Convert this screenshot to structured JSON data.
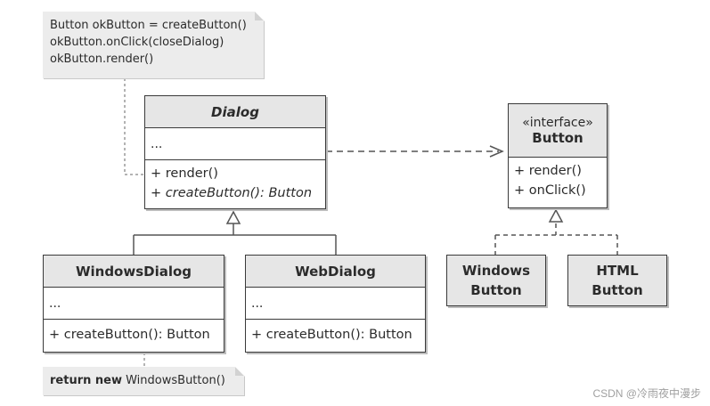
{
  "note_top": {
    "lines": [
      "Button okButton = createButton()",
      "okButton.onClick(closeDialog)",
      "okButton.render()"
    ]
  },
  "dialog": {
    "title": "Dialog",
    "attributes": "...",
    "ops": [
      "+ render()",
      "+ createButton(): Button"
    ]
  },
  "button_iface": {
    "stereotype": "«interface»",
    "title": "Button",
    "ops": [
      "+ render()",
      "+ onClick()"
    ]
  },
  "windows_dialog": {
    "title": "WindowsDialog",
    "attributes": "...",
    "ops": [
      "+ createButton(): Button"
    ]
  },
  "web_dialog": {
    "title": "WebDialog",
    "attributes": "...",
    "ops": [
      "+ createButton(): Button"
    ]
  },
  "windows_button": {
    "line1": "Windows",
    "line2": "Button"
  },
  "html_button": {
    "line1": "HTML",
    "line2": "Button"
  },
  "note_bottom": {
    "keyword": "return new",
    "rest": " WindowsButton()"
  },
  "watermark": "CSDN @冷雨夜中漫步"
}
